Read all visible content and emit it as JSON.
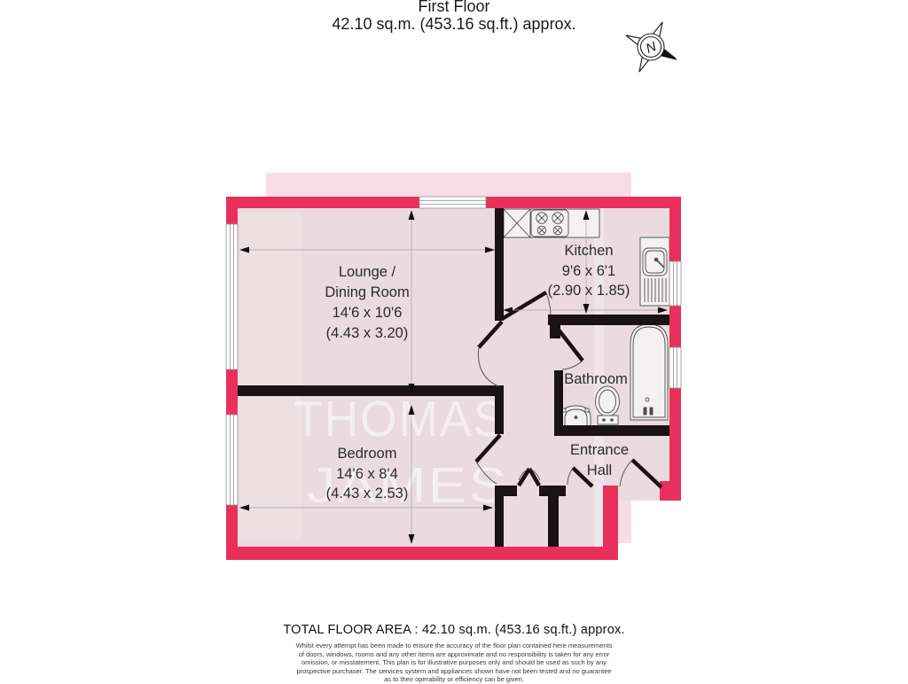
{
  "header": {
    "title": "First Floor",
    "subtitle": "42.10 sq.m. (453.16 sq.ft.) approx."
  },
  "plan": {
    "rooms": {
      "lounge": {
        "name_line1": "Lounge /",
        "name_line2": "Dining Room",
        "dims_imperial": "14'6 x 10'6",
        "dims_metric": "(4.43 x 3.20)"
      },
      "kitchen": {
        "name": "Kitchen",
        "dims_imperial": "9'6 x 6'1",
        "dims_metric": "(2.90 x 1.85)"
      },
      "bathroom": {
        "name": "Bathroom"
      },
      "bedroom": {
        "name": "Bedroom",
        "dims_imperial": "14'6 x 8'4",
        "dims_metric": "(4.43 x 2.53)"
      },
      "entrance_hall": {
        "name_line1": "Entrance",
        "name_line2": "Hall"
      }
    },
    "watermark": {
      "line1": "THOMAS",
      "line2": "JAMES"
    },
    "compass": {
      "north_label": "N"
    },
    "colors": {
      "wall_red": "#e9305a",
      "floor_pink": "#e9dbdf",
      "shadow_pink": "#f9dde6",
      "internal_wall": "#1b1216"
    }
  },
  "footer": {
    "total_area": "TOTAL FLOOR AREA : 42.10 sq.m. (453.16 sq.ft.) approx.",
    "disclaimer_lines": [
      "Whilst every attempt has been made to ensure the accuracy of the floor plan contained here measurements",
      "of doors, windows, rooms and any other items are approximate and no responsibility is taken for any error",
      "omission, or misstatement. This plan is for illustrative purposes only and should be used as such by any",
      "prospective purchaser. The services system and appliances shown have not been tested and no guarantee",
      "as to their operability or efficiency can be given."
    ]
  }
}
